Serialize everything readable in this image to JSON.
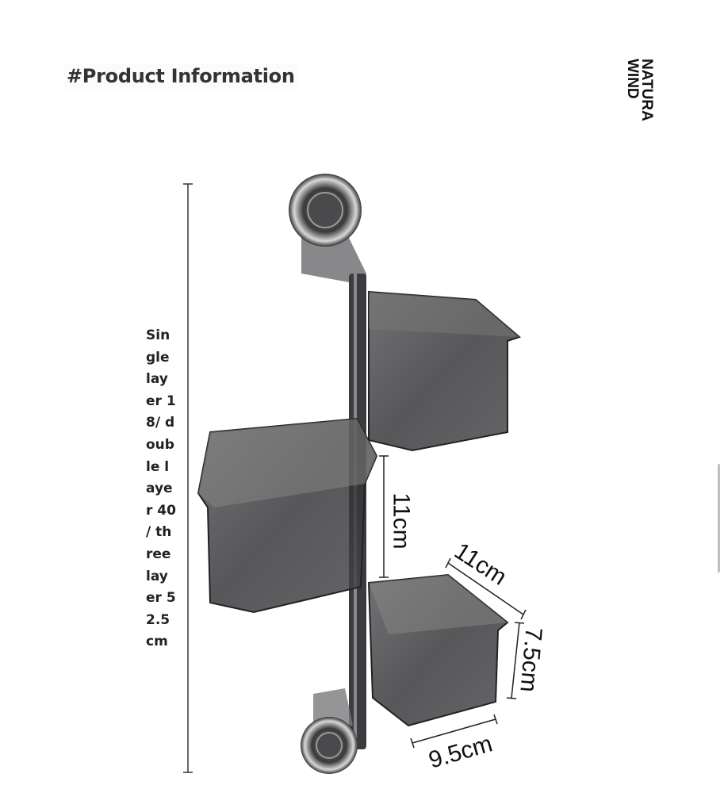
{
  "header": {
    "title": "#Product Information"
  },
  "brand": {
    "lines": [
      "NATURA",
      "WIND"
    ]
  },
  "dimensions": {
    "total_height_lines": [
      "Sin",
      "gle",
      "lay",
      "er 1",
      "8/ d",
      "oub",
      "le l",
      "aye",
      "r 40",
      "/ th",
      "ree",
      "lay",
      "er 5",
      "2.5",
      "cm"
    ],
    "basket_height": "11cm",
    "basket_depth": "11cm",
    "basket_side": "7.5cm",
    "basket_width": "9.5cm"
  },
  "colors": {
    "basket": "#3a3a3c",
    "text": "#222222"
  }
}
